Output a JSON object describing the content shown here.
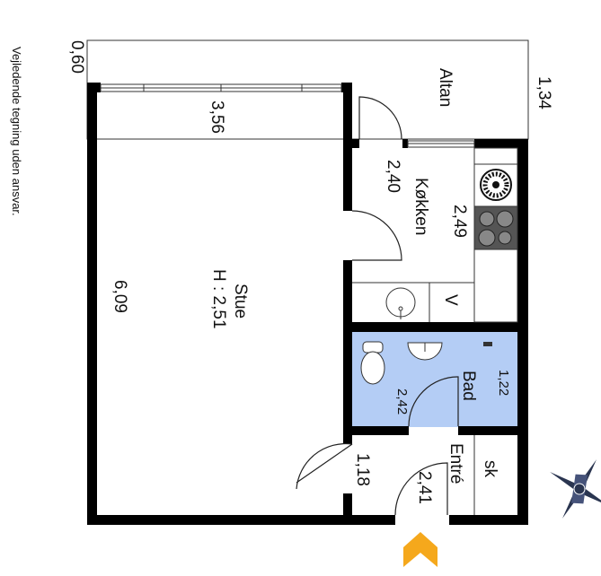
{
  "disclaimer": "Vejledende tegning uden ansvar.",
  "rooms": {
    "altan": {
      "name": "Altan",
      "dim_a": "0,60",
      "dim_b": "1,34"
    },
    "stue": {
      "name": "Stue",
      "height": "H : 2,51",
      "dim_a": "3,56",
      "dim_b": "6,09"
    },
    "kokken": {
      "name": "Køkken",
      "dim_a": "2,40",
      "dim_b": "2,49"
    },
    "bad": {
      "name": "Bad",
      "dim_a": "1,22",
      "dim_b": "2,42"
    },
    "entre": {
      "name": "Entré",
      "dim_a": "1,18",
      "dim_b": "2,41"
    },
    "skab": {
      "name": "sk"
    },
    "vask": {
      "name": "V"
    }
  },
  "colors": {
    "bath": "#b4cdf5",
    "entrance_arrow": "#f5a81c",
    "wall": "#000000",
    "stove": "#555555"
  },
  "icons": {
    "compass": "compass-rose-icon",
    "entrance": "entrance-arrow-icon"
  }
}
